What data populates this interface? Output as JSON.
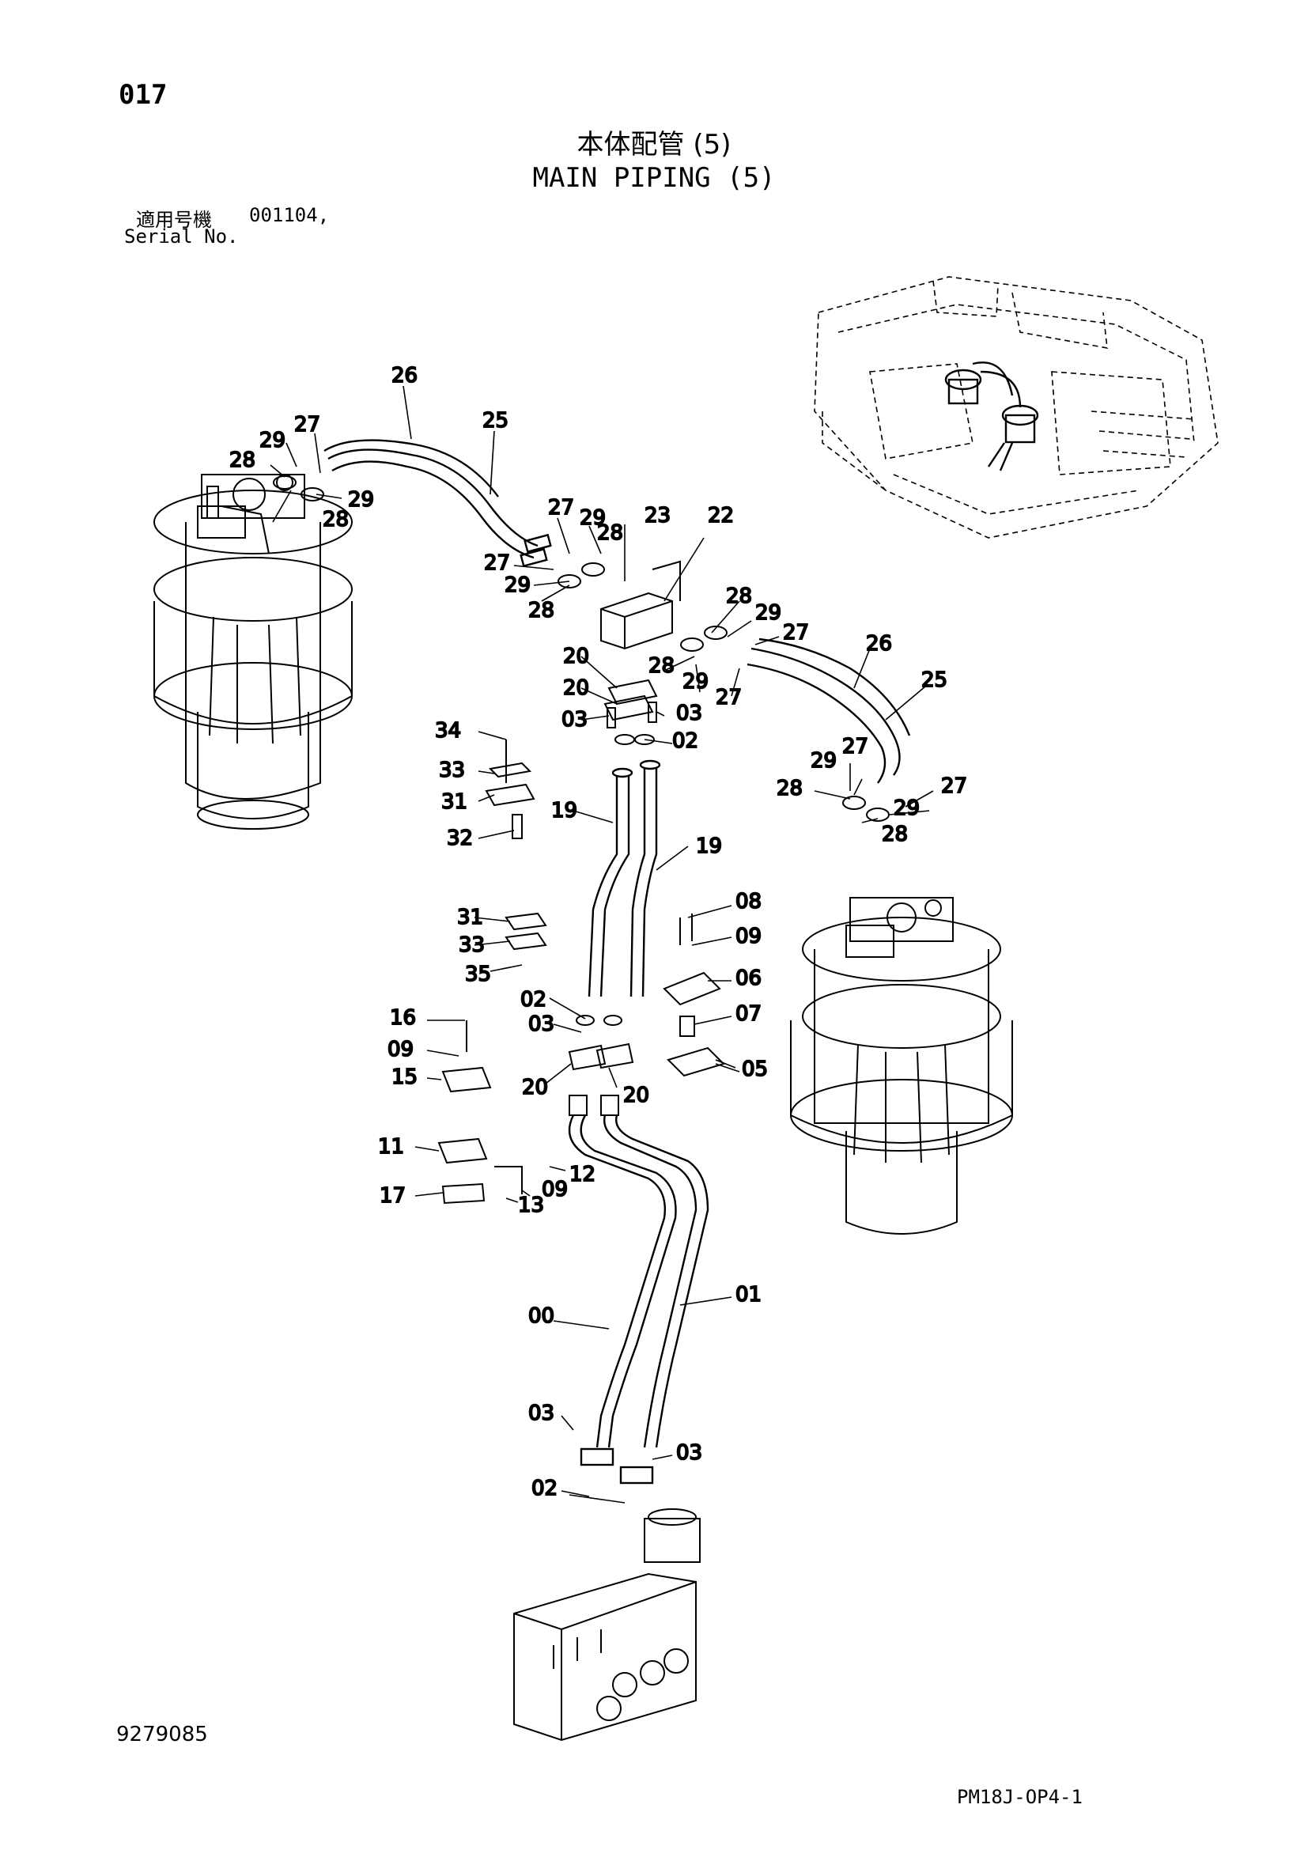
{
  "header": {
    "page_number": "017",
    "title_jp": "本体配管 (5)",
    "title_en": "MAIN PIPING (5)",
    "serial_label_jp": "適用号機",
    "serial_value": "001104,",
    "serial_label_en": "Serial No."
  },
  "footer": {
    "drawing_number": "9279085",
    "sheet_code": "PM18J-OP4-1"
  },
  "callouts": {
    "c26a": "26",
    "c25a": "25",
    "c29a": "29",
    "c27a": "27",
    "c28a": "28",
    "c29b": "29",
    "c28b": "28",
    "c27b": "27",
    "c29c": "29",
    "c23": "23",
    "c22": "22",
    "c27c": "27",
    "c29d": "29",
    "c28c": "28",
    "c28d": "28",
    "c29e": "29",
    "c27d": "27",
    "c28e": "28",
    "c29f": "29",
    "c27e": "27",
    "c26b": "26",
    "c25b": "25",
    "c20a": "20",
    "c20b": "20",
    "c03a": "03",
    "c03b": "03",
    "c02a": "02",
    "c34": "34",
    "c33a": "33",
    "c31a": "31",
    "c32": "32",
    "c19a": "19",
    "c19b": "19",
    "c29g": "29",
    "c27f": "27",
    "c28f": "28",
    "c29h": "29",
    "c27g": "27",
    "c28g": "28",
    "c31b": "31",
    "c33b": "33",
    "c35": "35",
    "c08": "08",
    "c09a": "09",
    "c06": "06",
    "c02b": "02",
    "c03c": "03",
    "c07": "07",
    "c16": "16",
    "c09b": "09",
    "c15": "15",
    "c20c": "20",
    "c20d": "20",
    "c05": "05",
    "c11": "11",
    "c12": "12",
    "c09c": "09",
    "c13": "13",
    "c17": "17",
    "c00": "00",
    "c01": "01",
    "c03d": "03",
    "c03e": "03",
    "c02c": "02"
  }
}
